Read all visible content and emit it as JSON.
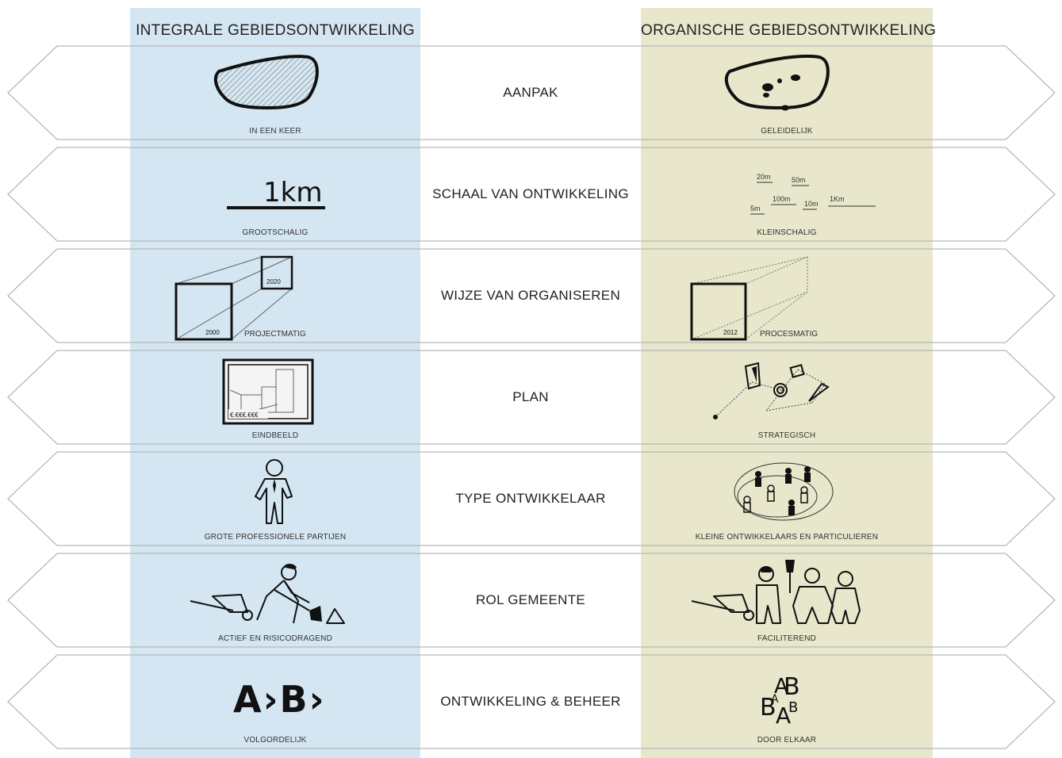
{
  "columns": {
    "left_title": "INTEGRALE GEBIEDSONTWIKKELING",
    "right_title": "ORGANISCHE GEBIEDSONTWIKKELING"
  },
  "rows": [
    {
      "label": "AANPAK",
      "left_caption": "IN EEN KEER",
      "right_caption": "GELEIDELIJK"
    },
    {
      "label": "SCHAAL VAN ONTWIKKELING",
      "left_caption": "GROOTSCHALIG",
      "right_caption": "KLEINSCHALIG",
      "left_scale_text": "1km",
      "right_scale_texts": [
        "20m",
        "50m",
        "100m",
        "10m",
        "5m",
        "1Km"
      ]
    },
    {
      "label": "WIJZE VAN ORGANISEREN",
      "left_caption": "PROJECTMATIG",
      "right_caption": "PROCESMATIG",
      "left_year_start": "2000",
      "left_year_end": "2020",
      "right_year": "2012"
    },
    {
      "label": "PLAN",
      "left_caption": "EINDBEELD",
      "right_caption": "STRATEGISCH",
      "left_price": "€.€€€.€€€"
    },
    {
      "label": "TYPE  ONTWIKKELAAR",
      "left_caption": "GROTE PROFESSIONELE PARTIJEN",
      "right_caption": "KLEINE ONTWIKKELAARS EN PARTICULIEREN"
    },
    {
      "label": "ROL  GEMEENTE",
      "left_caption": "ACTIEF EN RISICODRAGEND",
      "right_caption": "FACILITEREND"
    },
    {
      "label": "ONTWIKKELING & BEHEER",
      "left_caption": "VOLGORDELIJK",
      "right_caption": "DOOR ELKAAR",
      "left_symbol": "A›B›"
    }
  ]
}
